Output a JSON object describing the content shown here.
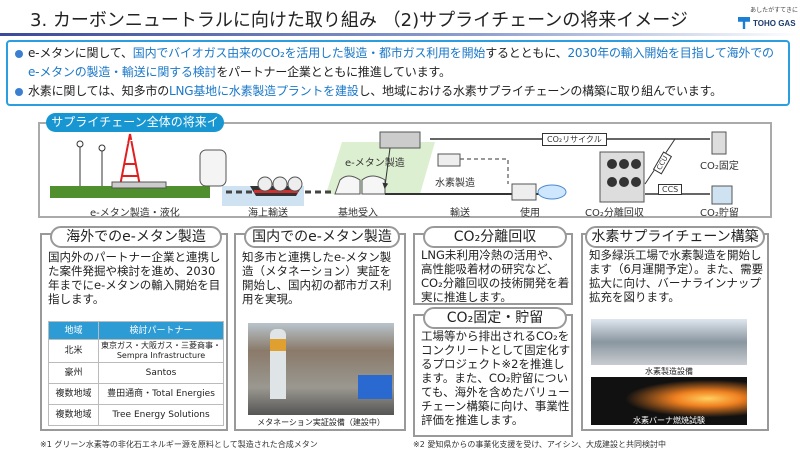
{
  "header": {
    "title": "3. カーボンニュートラルに向けた取り組み （2)サプライチェーンの将来イメージ",
    "logo_tagline": "あしたがすてきに",
    "logo_name": "TOHO GAS"
  },
  "summary": {
    "b1": [
      "e-メタンに関して、",
      "国内でバイオガス由来のCO₂を活用した製造・都市ガス利用を開始",
      "するとともに、",
      "2030年の輸入開始を目指して海外でのe-メタンの製造・輸送に関する検討",
      "をパートナー企業とともに推進しています。"
    ],
    "b2": [
      "水素に関しては、知多市の",
      "LNG基地に水素製造プラントを建設",
      "し、地域における水素サプライチェーンの構築に取り組んでいます。"
    ],
    "highlight_color": "#1a78c8"
  },
  "diagram": {
    "label": "サプライチェーン全体の将来イメージ",
    "stages": [
      "e-メタン製造・液化",
      "海上輸送",
      "基地受入",
      "輸送",
      "使用",
      "CO₂分離回収",
      "CO₂固定",
      "CO₂貯留"
    ],
    "inner": {
      "emethane": "e-メタン製造",
      "hydrogen": "水素製造",
      "recycle": "CO₂リサイクル",
      "ccu": "CCU",
      "ccs": "CCS"
    }
  },
  "panels": {
    "overseas": {
      "title": "海外でのe-メタン製造",
      "text": "国内外のパートナー企業と連携した案件発掘や検討を進め、2030年までにe-メタンの輸入開始を目指します。",
      "table": {
        "headers": [
          "地域",
          "検討パートナー"
        ],
        "rows": [
          [
            "北米",
            "東京ガス・大阪ガス・三菱商事・Sempra Infrastructure"
          ],
          [
            "豪州",
            "Santos"
          ],
          [
            "複数地域",
            "豊田通商・Total Energies"
          ],
          [
            "複数地域",
            "Tree Energy Solutions"
          ]
        ]
      }
    },
    "domestic": {
      "title": "国内でのe-メタン製造",
      "text": "知多市と連携したe-メタン製造（メタネーション）実証を開始し、国内初の都市ガス利用を実現。",
      "photo_caption": "メタネーション実証設備（建設中）"
    },
    "capture": {
      "title": "CO₂分離回収",
      "text": "LNG未利用冷熱の活用や、高性能吸着材の研究など、CO₂分離回収の技術開発を着実に推進します。"
    },
    "storage": {
      "title": "CO₂固定・貯留",
      "text": "工場等から排出されるCO₂をコンクリートとして固定化するプロジェクト※2を推進します。また、CO₂貯留についても、海外を含めたバリューチェーン構築に向け、事業性評価を推進します。"
    },
    "hydrogen": {
      "title": "水素サプライチェーン構築",
      "text": "知多緑浜工場で水素製造を開始します（6月運開予定）。また、需要拡大に向け、バーナラインナップ拡充を図ります。",
      "photo1_caption": "水素製造設備",
      "photo2_caption": "水素バーナ燃焼試験"
    }
  },
  "footnotes": {
    "n1": "※1 グリーン水素等の非化石エネルギー源を原料として製造された合成メタン",
    "n2": "※2 愛知県からの事業化支援を受け、アイシン、大成建設と共同検討中"
  }
}
